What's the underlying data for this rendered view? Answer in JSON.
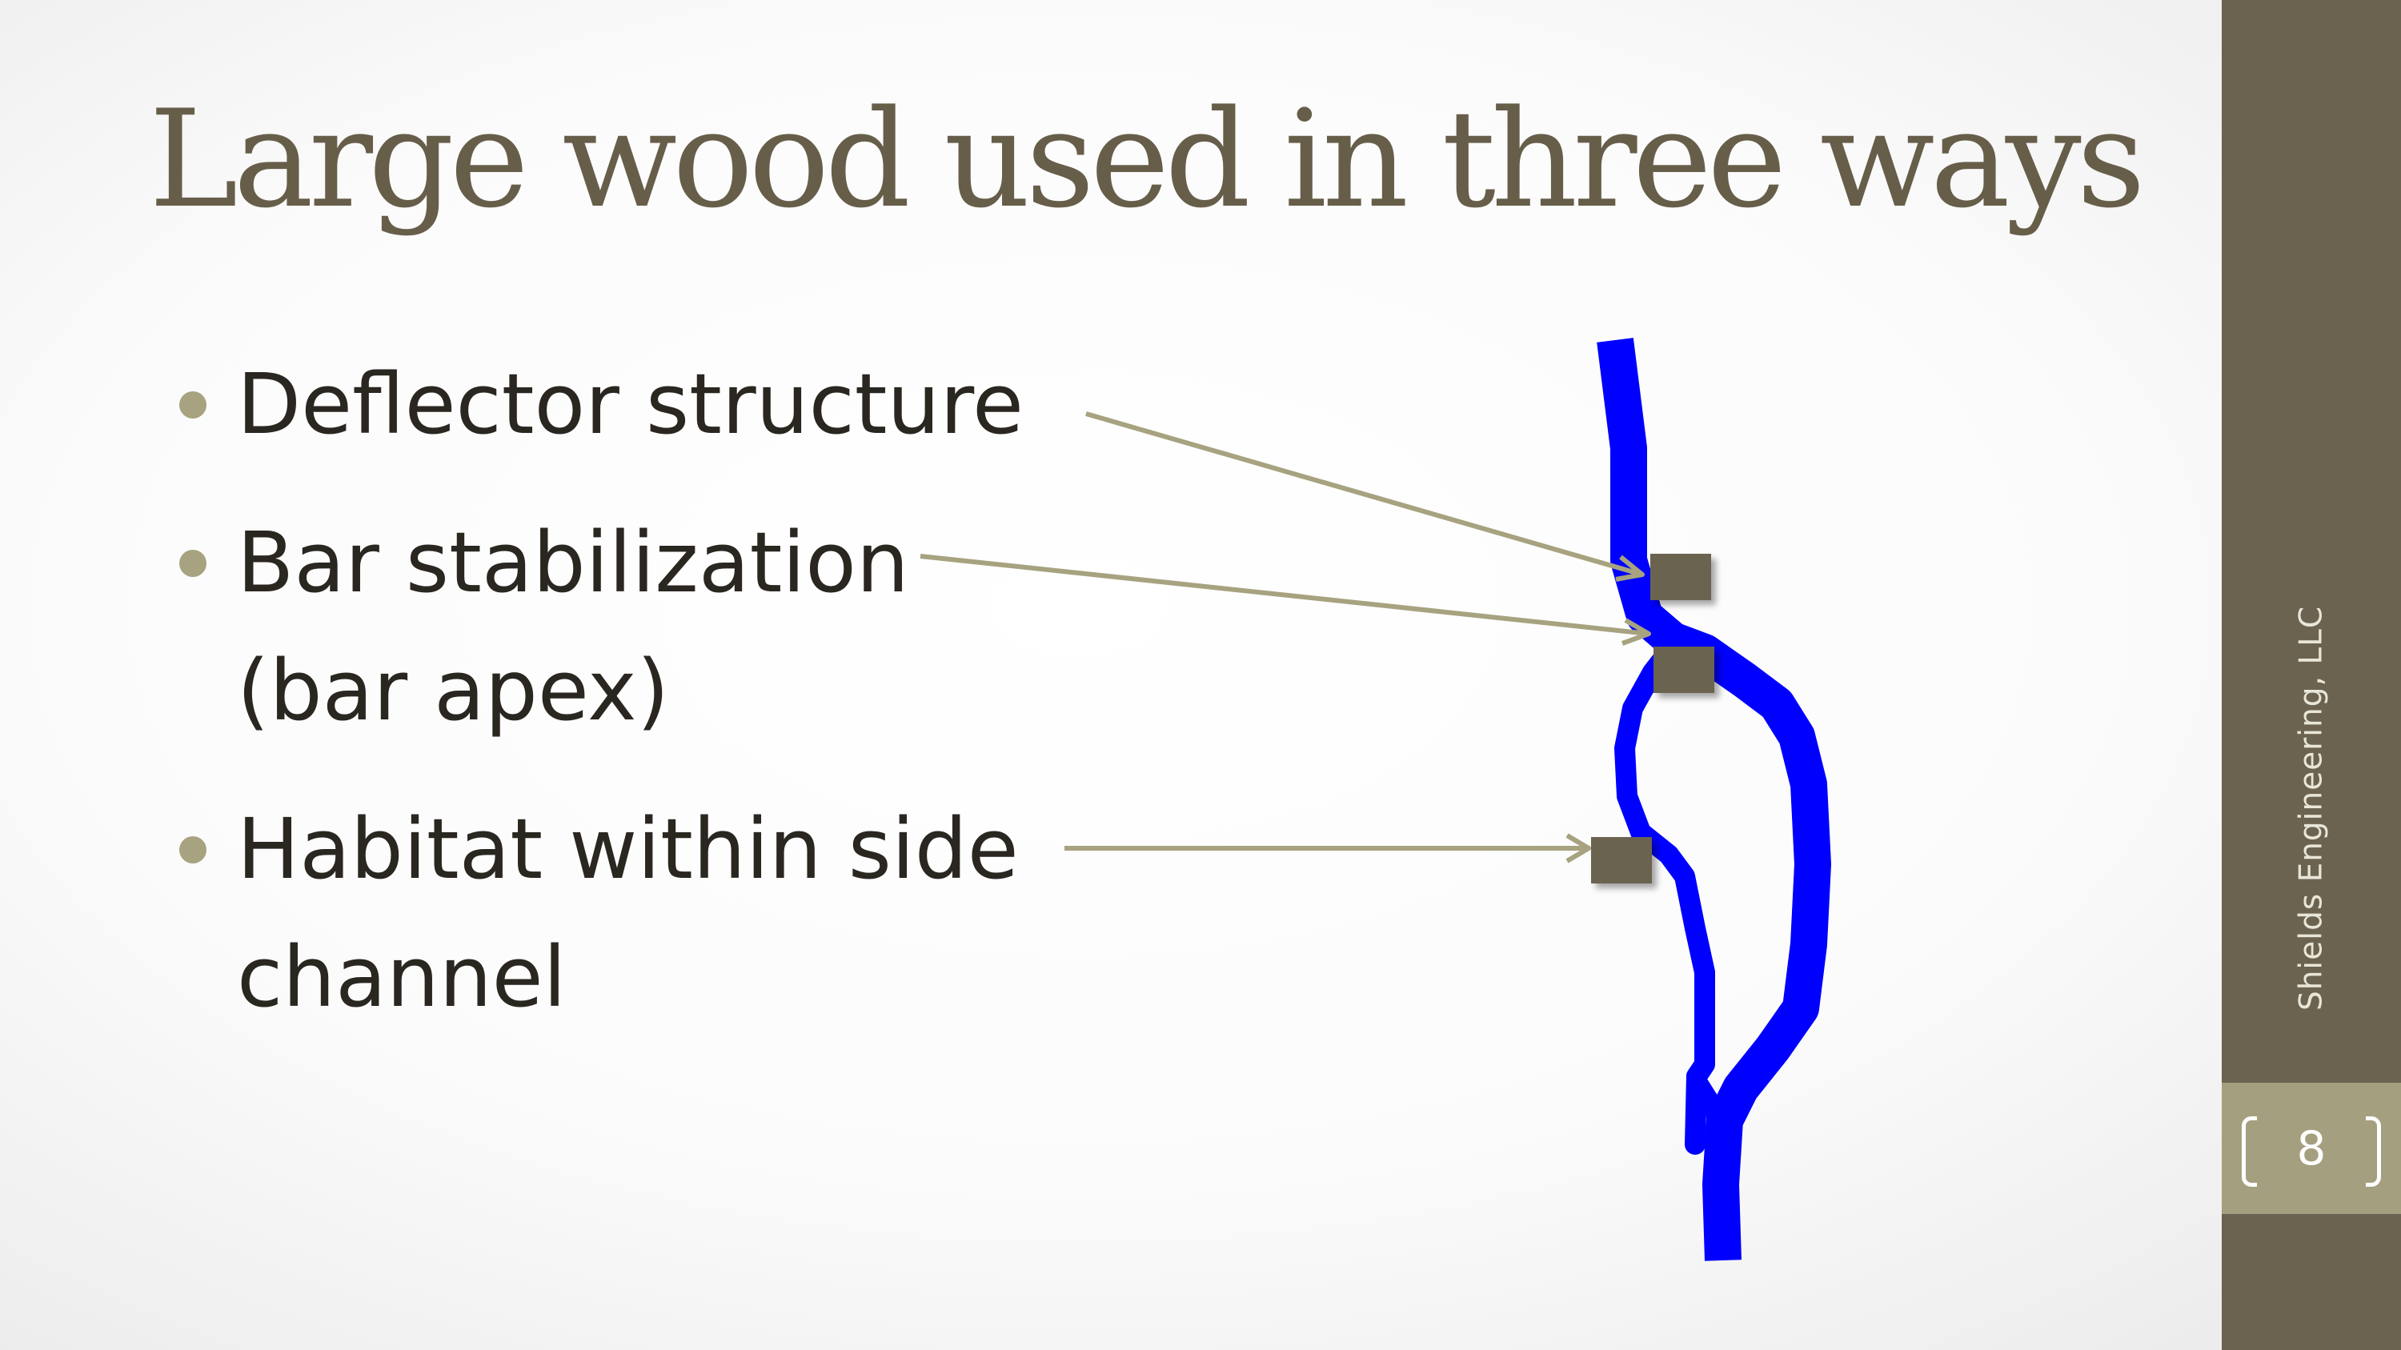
{
  "title": "Large wood used in three ways",
  "bullets": [
    {
      "lines": [
        "Deflector structure"
      ]
    },
    {
      "lines": [
        "Bar stabilization",
        "(bar apex)"
      ]
    },
    {
      "lines": [
        "Habitat within side",
        "channel"
      ]
    }
  ],
  "footer": "Shields Engineering, LLC",
  "page_number": "8",
  "colors": {
    "title": "#675e4a",
    "body_text": "#2a2620",
    "bullet": "#a7a27f",
    "sidebar": "#6b6350",
    "page_box": "#a49f7f",
    "channel": "#0000ff",
    "wood_block": "#6b6350",
    "arrow": "#a7a27f"
  }
}
